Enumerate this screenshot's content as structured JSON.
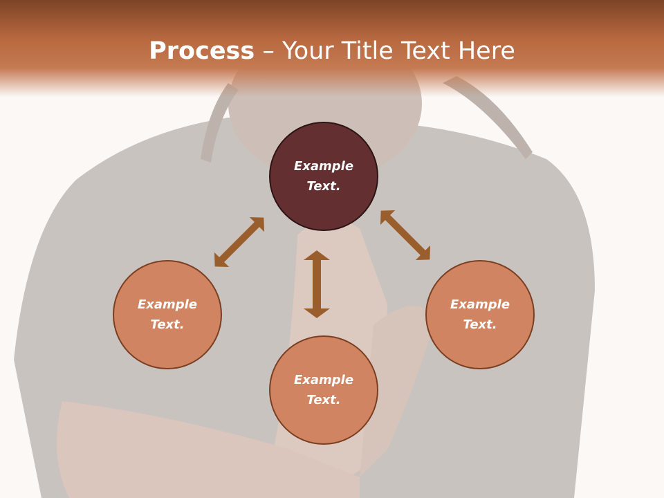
{
  "title": {
    "bold": "Process",
    "rest": " – Your Title Text Here"
  },
  "nodes": {
    "top": "Example Text.",
    "left": "Example Text.",
    "right": "Example Text.",
    "bottom": "Example Text."
  },
  "colors": {
    "header": "#b8683f",
    "main_node": "#632f30",
    "sub_node": "#d08461",
    "arrow": "#9a5e2c"
  }
}
